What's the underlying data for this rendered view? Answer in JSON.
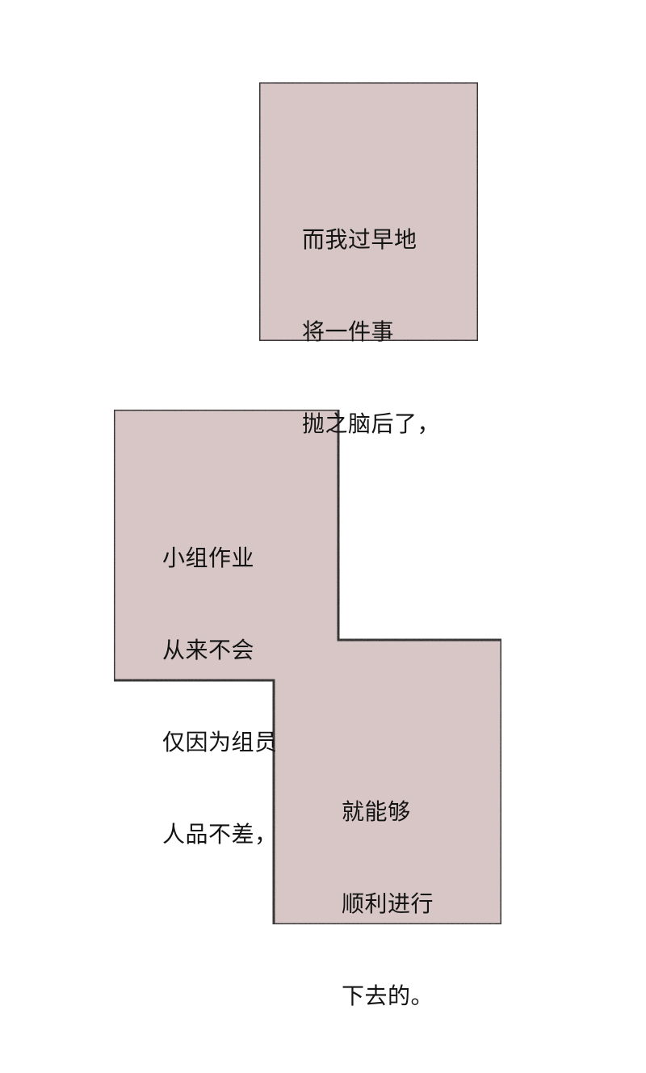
{
  "colors": {
    "page_background": "#ffffff",
    "panel_fill": "#d7c5c5",
    "panel_border": "#111111",
    "text": "#141414"
  },
  "panels": [
    {
      "id": "panel-top",
      "shape": "rectangle",
      "caption": {
        "lines": [
          "而我过早地",
          "将一件事",
          "抛之脑后了，"
        ]
      }
    },
    {
      "id": "panel-stepped",
      "shape": "stepped-l",
      "captions": [
        {
          "lines": [
            "小组作业",
            "从来不会",
            "仅因为组员",
            "人品不差，"
          ]
        },
        {
          "lines": [
            "就能够",
            "顺利进行",
            "下去的。"
          ]
        }
      ]
    }
  ]
}
